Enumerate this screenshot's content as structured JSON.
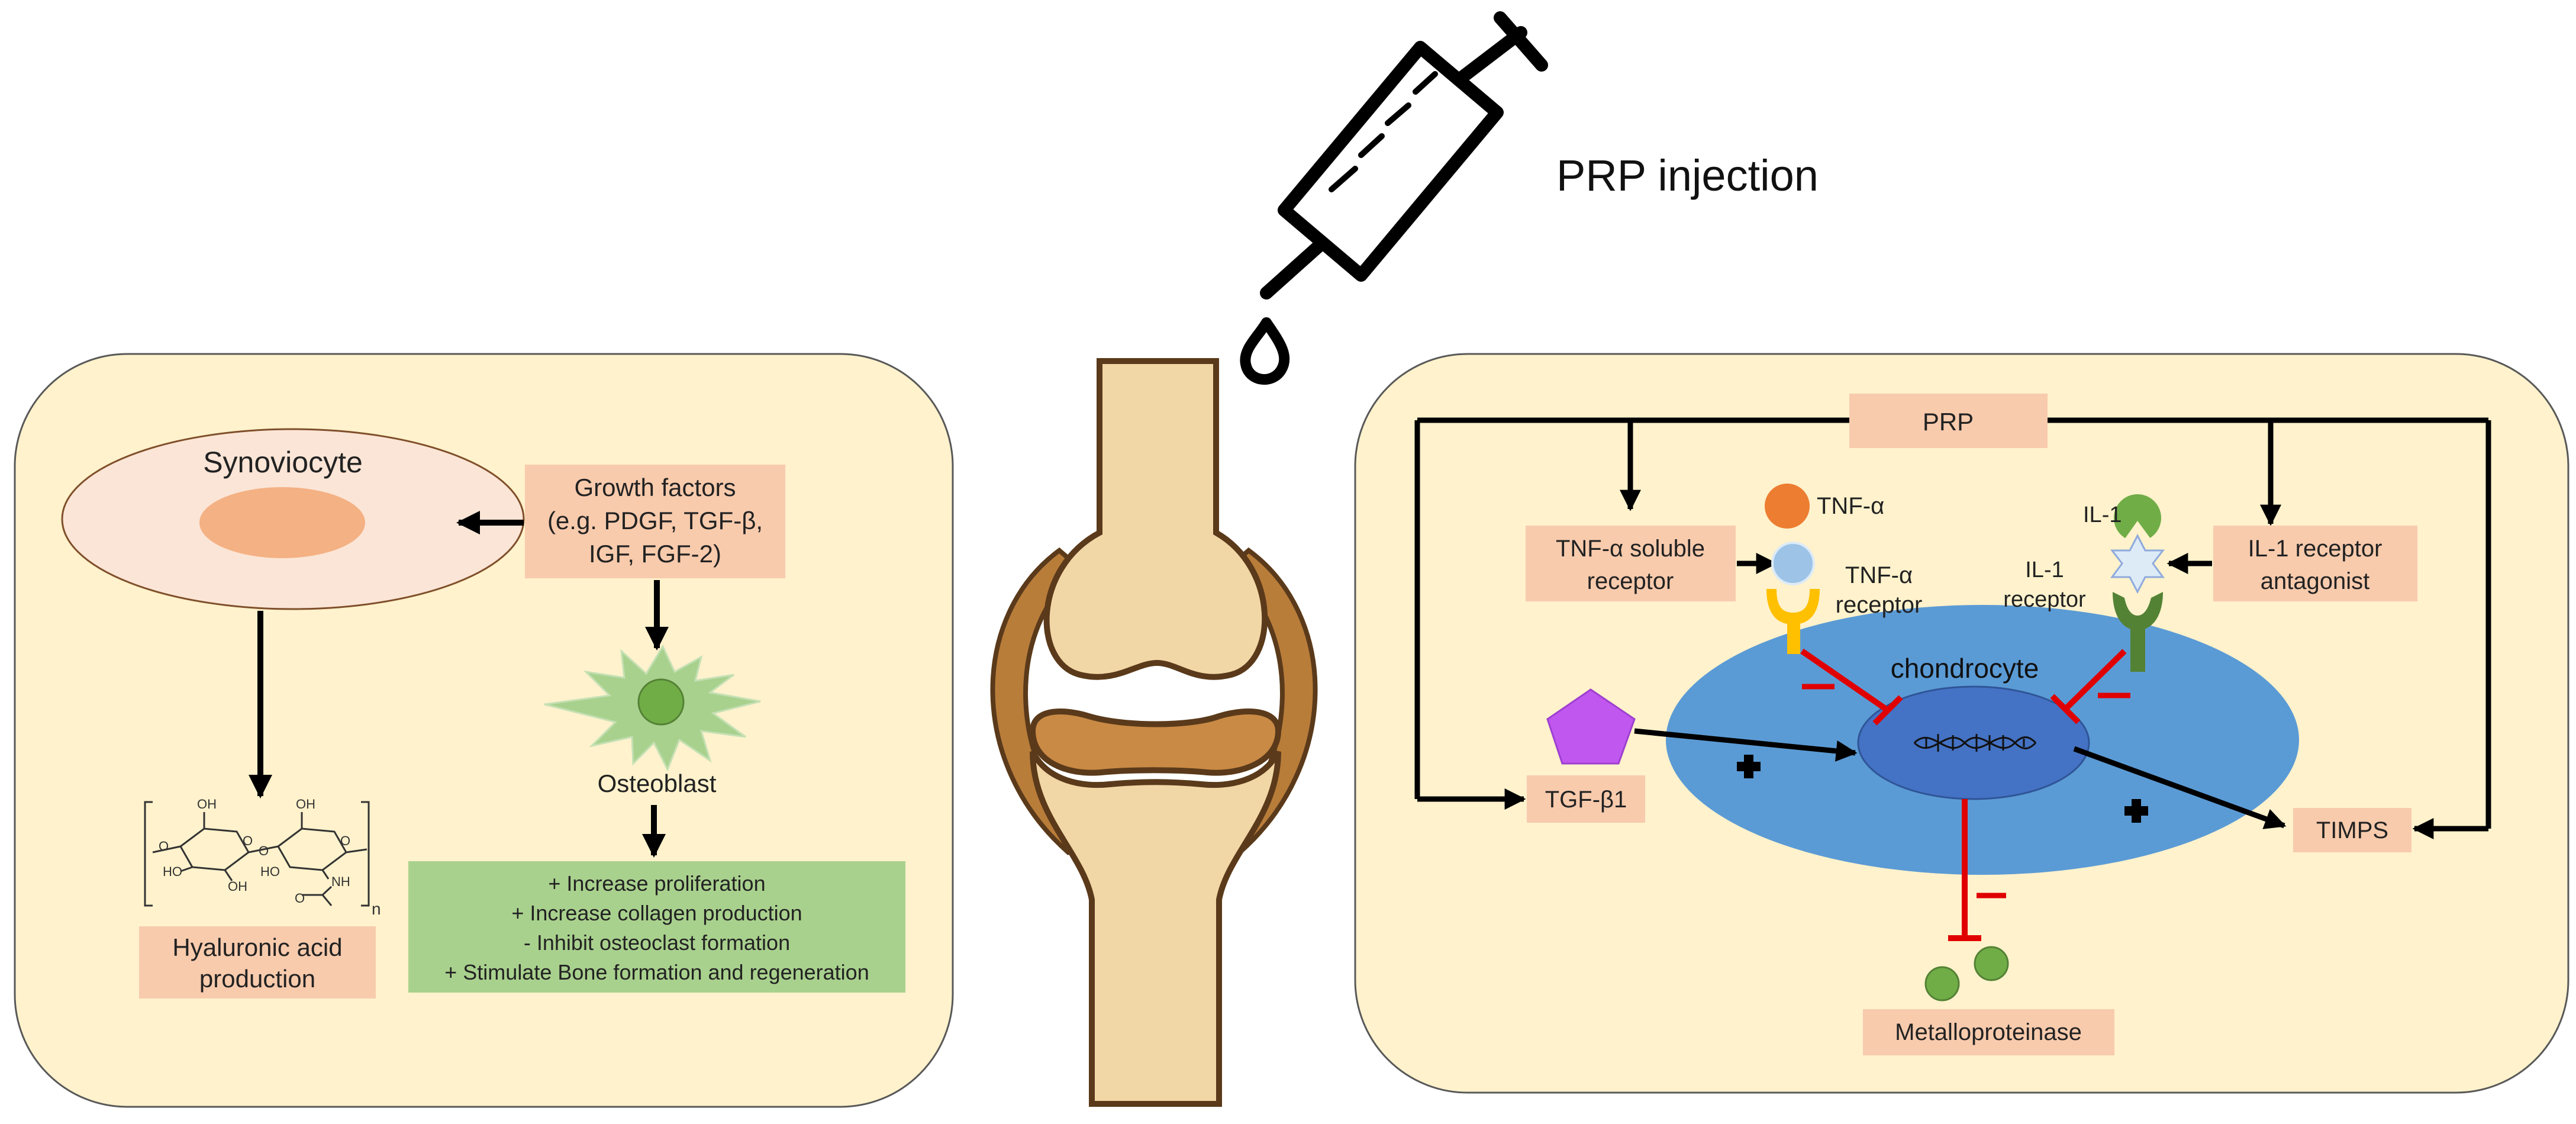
{
  "colors": {
    "panel_fill": "#fff2cc",
    "panel_stroke": "#595959",
    "label_box": "#f8cbad",
    "green_box": "#a9d18e",
    "chondrocyte": "#5b9bd5",
    "nucleus": "#4472c4",
    "inhibit": "#e00000",
    "bone_light": "#f2d7a6",
    "bone_dark": "#b97d3a",
    "cartilage": "#c98a45",
    "synoviocyte_fill": "#fbe5d6",
    "synoviocyte_nucleus": "#f4b183",
    "osteoblast_fill": "#a9d18e",
    "osteoblast_nucleus": "#70ad47",
    "tgf_pentagon": "#c058f0",
    "tnf_ball": "#ed7d31",
    "tnf_receptor": "#ffc000",
    "il1_ball": "#70ad47",
    "il1_receptor": "#548235",
    "star": "#ddebf7"
  },
  "header": {
    "title": "PRP injection"
  },
  "left_panel": {
    "synoviocyte_label": "Synoviocyte",
    "growth_factors_lines": [
      "Growth factors",
      "(e.g. PDGF, TGF-β,",
      "IGF, FGF-2)"
    ],
    "osteoblast_label": "Osteoblast",
    "effects": [
      "+  Increase proliferation",
      "+  Increase collagen production",
      "-  Inhibit osteoclast formation",
      "+  Stimulate Bone formation  and regeneration"
    ],
    "hyaluronic_lines": [
      "Hyaluronic acid",
      "production"
    ],
    "molecule_labels": {
      "oh_top_1": "OH",
      "oh_top_2": "OH",
      "ho_1": "HO",
      "ho_2": "HO",
      "oh_bottom": "OH",
      "nh": "NH",
      "o1": "O",
      "o2": "O",
      "o3": "O",
      "o4": "O",
      "o5": "O",
      "n": "n"
    }
  },
  "right_panel": {
    "prp_label": "PRP",
    "tnf_alpha": "TNF-α",
    "tnf_receptor_lines": [
      "TNF-α",
      "receptor"
    ],
    "tnf_soluble_lines": [
      "TNF-α soluble",
      "receptor"
    ],
    "il1": "IL-1",
    "il1_receptor_lines": [
      "IL-1",
      "receptor"
    ],
    "il1_antagonist_lines": [
      "IL-1 receptor",
      "antagonist"
    ],
    "chondrocyte_label": "chondrocyte",
    "tgf_label": "TGF-β1",
    "timps_label": "TIMPS",
    "metallo_label": "Metalloproteinase"
  }
}
